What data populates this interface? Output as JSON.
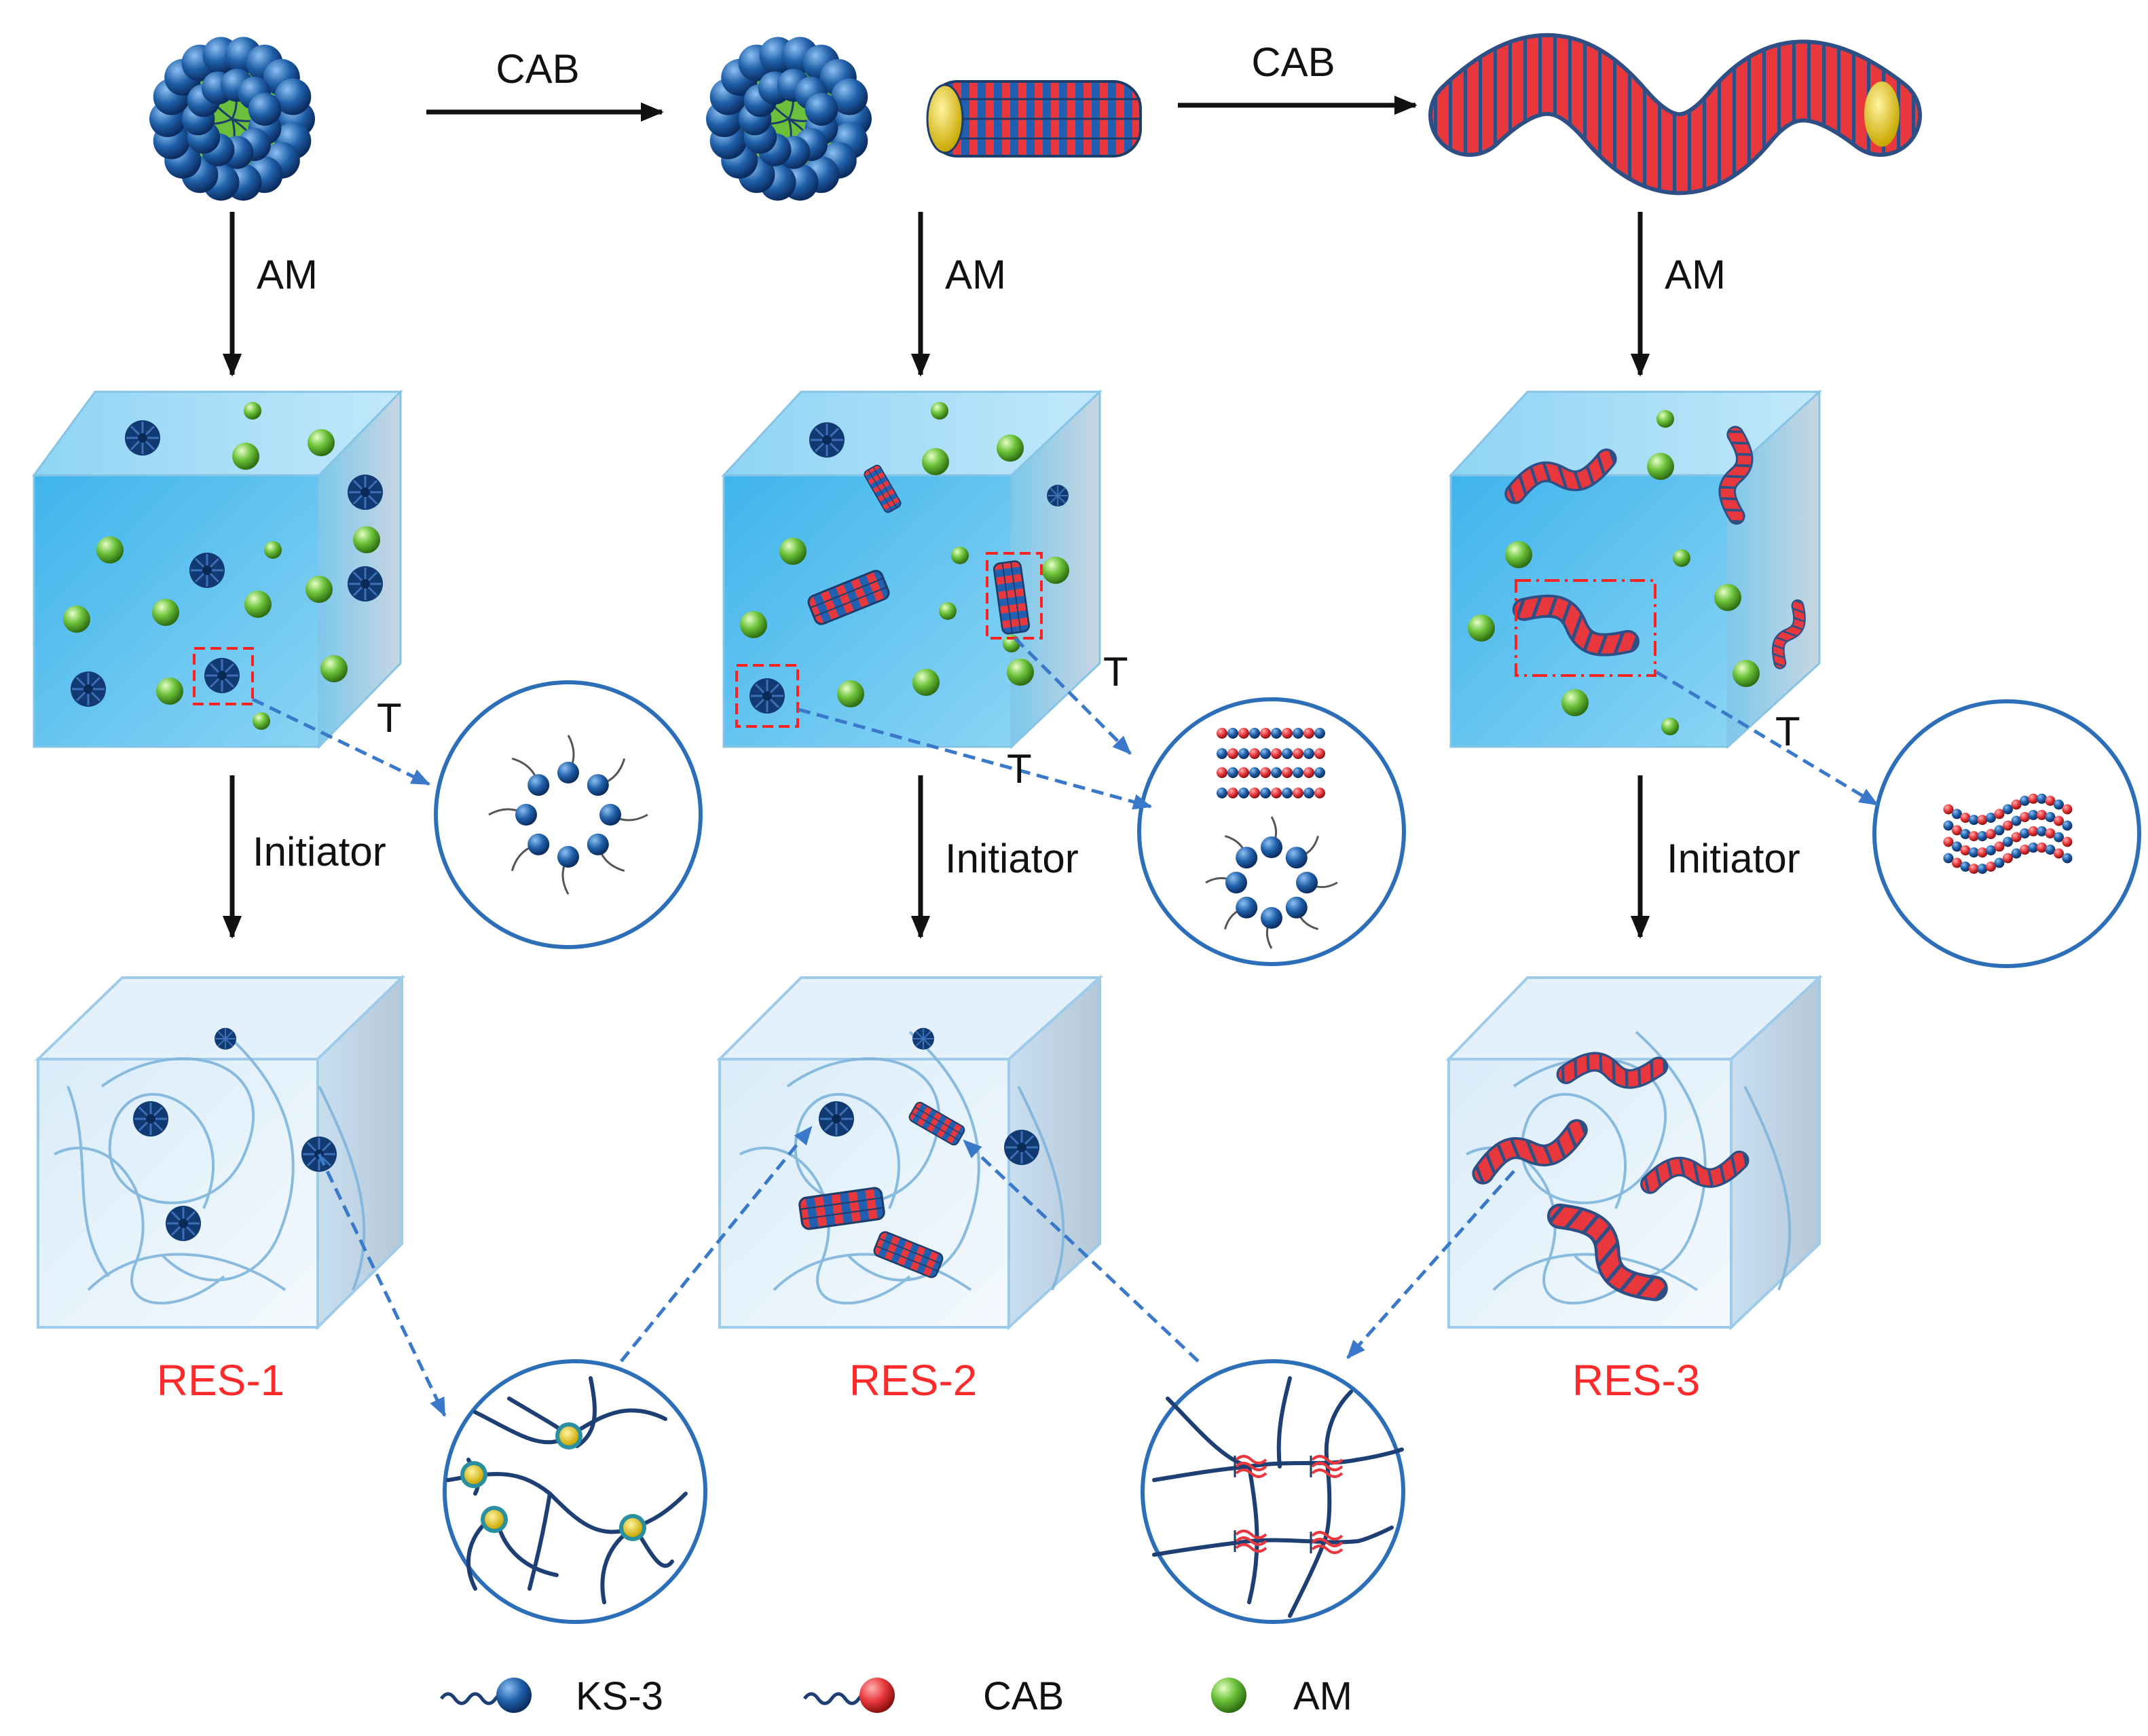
{
  "colors": {
    "arrow": "#111111",
    "dashed_arrow": "#3a78c9",
    "res_label": "#ff2a2a",
    "highlight_box": "#ff2020",
    "ks3_head": "#1f5fa8",
    "cab_head": "#e8383d",
    "am_sphere": "#6cc23a",
    "micelle_core": "#6bbf3a",
    "cube_monomer": "#47b8ea",
    "cube_gel": "#cfe6f6",
    "yellow_core": "#e8d020",
    "chain": "#2b4f8a"
  },
  "reaction_labels": {
    "cab_1": "CAB",
    "cab_2": "CAB",
    "am_1": "AM",
    "am_2": "AM",
    "am_3": "AM",
    "initiator_1": "Initiator",
    "initiator_2": "Initiator",
    "initiator_3": "Initiator",
    "t_1": "T",
    "t_2a": "T",
    "t_2b": "T",
    "t_3": "T"
  },
  "products": {
    "res_1": "RES-1",
    "res_2": "RES-2",
    "res_3": "RES-3"
  },
  "legend": [
    {
      "label": "KS-3",
      "icon": "blue-head-tail-icon"
    },
    {
      "label": "CAB",
      "icon": "red-head-tail-icon"
    },
    {
      "label": "AM",
      "icon": "green-sphere-icon"
    }
  ]
}
